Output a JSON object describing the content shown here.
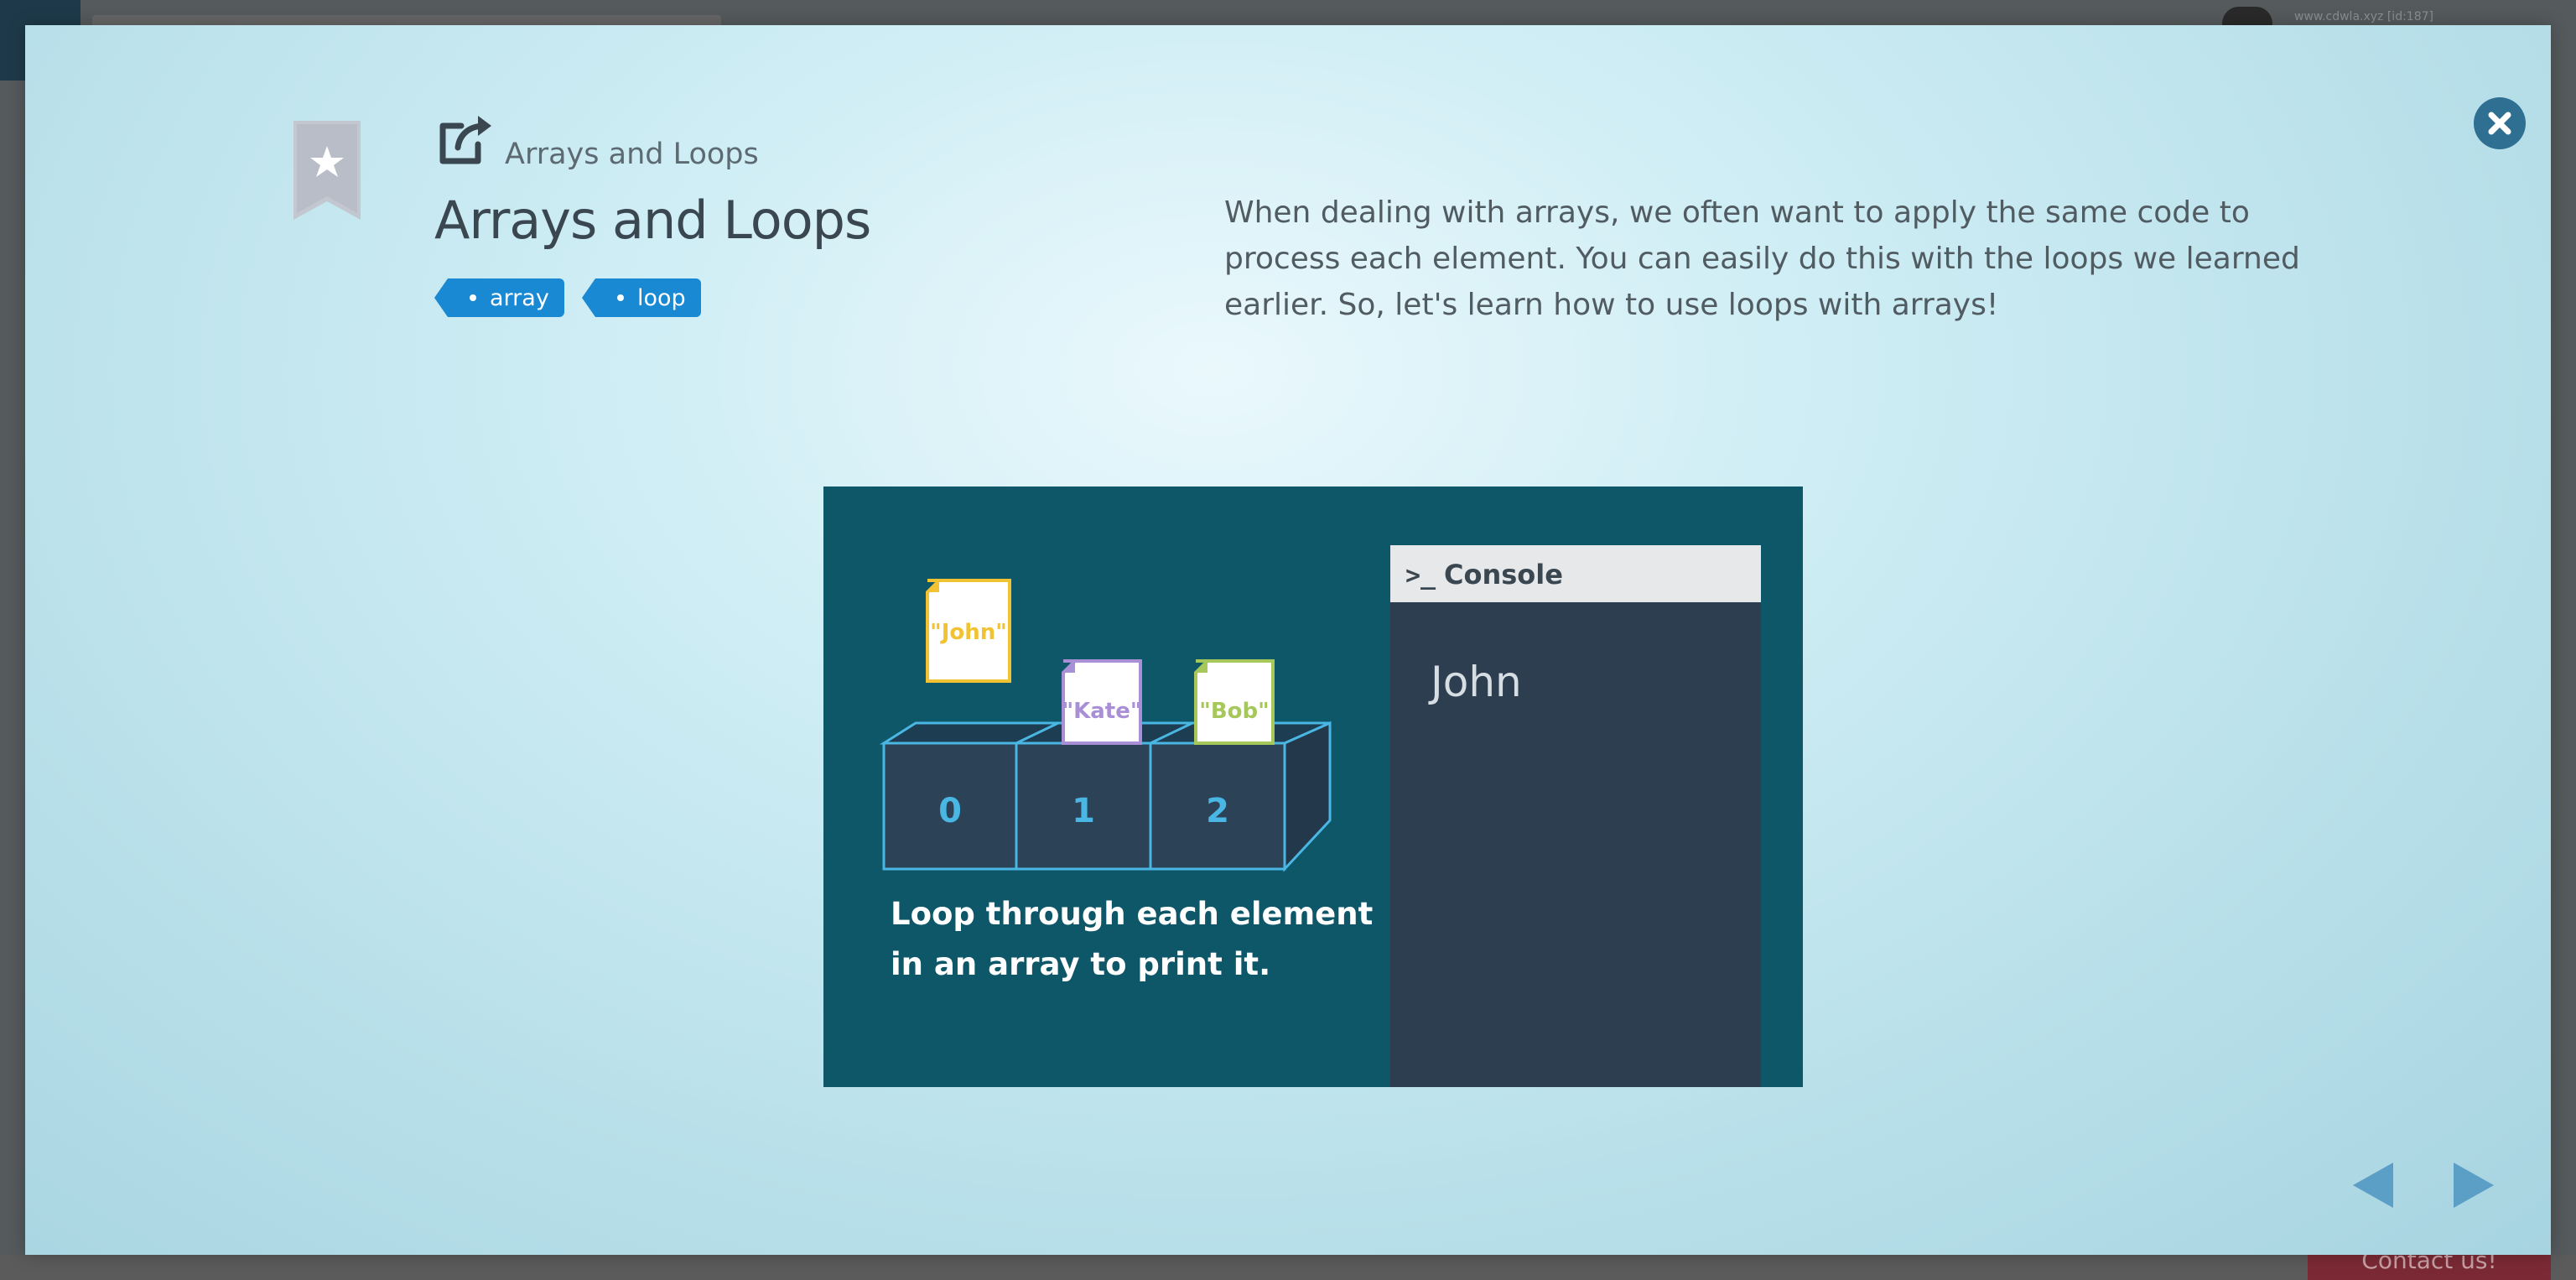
{
  "background": {
    "url_snippet": "www.cdwla.xyz [id:187]",
    "contact_label": "Contact us!"
  },
  "modal": {
    "subtitle": "Arrays and Loops",
    "title": "Arrays and Loops",
    "tags": [
      "array",
      "loop"
    ],
    "description": "When dealing with arrays, we often want to apply the same code to process each element. You can easily do this with the loops we learned earlier. So, let's learn how to use loops with arrays!",
    "illustration": {
      "items": [
        "\"John\"",
        "\"Kate\"",
        "\"Bob\""
      ],
      "indices": [
        "0",
        "1",
        "2"
      ],
      "caption_line1": "Loop through each element",
      "caption_line2": "in an array to print it.",
      "console_title": "Console",
      "console_output": "John"
    }
  },
  "colors": {
    "accent": "#1989d4",
    "close": "#2e6f92",
    "illustration_bg": "#0e5768",
    "console_bg": "#2c3e50",
    "john": "#f1c232",
    "kate": "#a98fd6",
    "bob": "#a6c85a",
    "index_text": "#4ab6e3"
  },
  "icons": {
    "close": "close-x-icon",
    "bookmark": "bookmark-star-icon",
    "share": "external-link-icon",
    "prev": "triangle-left-icon",
    "next": "triangle-right-icon"
  }
}
